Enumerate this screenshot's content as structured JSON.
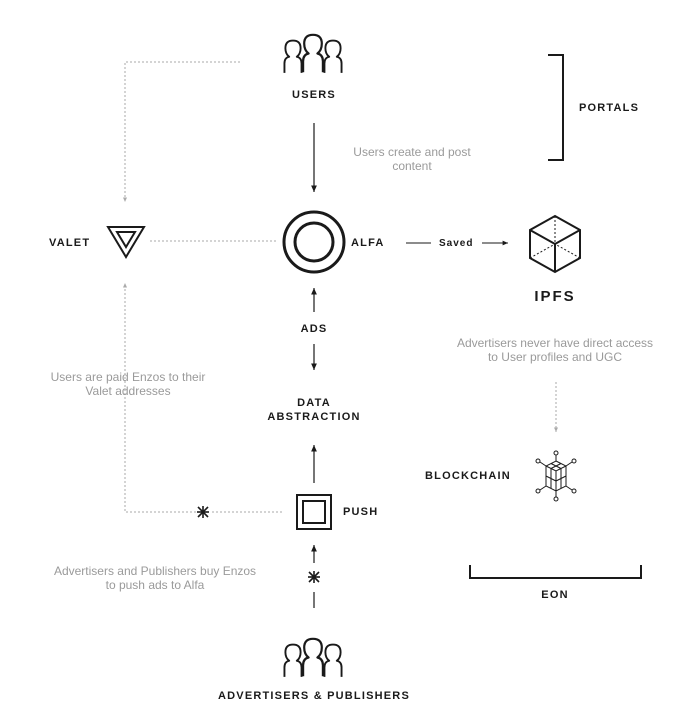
{
  "nodes": {
    "users": "USERS",
    "portals": "PORTALS",
    "valet": "VALET",
    "alfa": "ALFA",
    "saved": "Saved",
    "ipfs": "IPFS",
    "ads": "ADS",
    "data_abstraction": [
      "DATA",
      "ABSTRACTION"
    ],
    "blockchain": "BLOCKCHAIN",
    "push": "PUSH",
    "eon": "EON",
    "advertisers_publishers": "ADVERTISERS & PUBLISHERS"
  },
  "notes": {
    "users_create": [
      "Users create and post",
      "content"
    ],
    "advertisers_access": [
      "Advertisers never have direct access",
      "to User profiles and UGC"
    ],
    "users_paid": [
      "Users are paid Enzos to their",
      "Valet addresses"
    ],
    "buy_enzos": [
      "Advertisers and Publishers buy Enzos",
      "to push ads to Alfa"
    ]
  },
  "icons": {
    "users": "people-group-icon",
    "advertisers": "people-group-icon",
    "valet": "triangle-icon",
    "alfa": "ring-icon",
    "ipfs": "cube-icon",
    "blockchain": "cube-cluster-icon",
    "push": "square-icon",
    "enzo": "asterisk-icon"
  },
  "colors": {
    "ink": "#1a1a1a",
    "muted": "#9a9a9a"
  }
}
